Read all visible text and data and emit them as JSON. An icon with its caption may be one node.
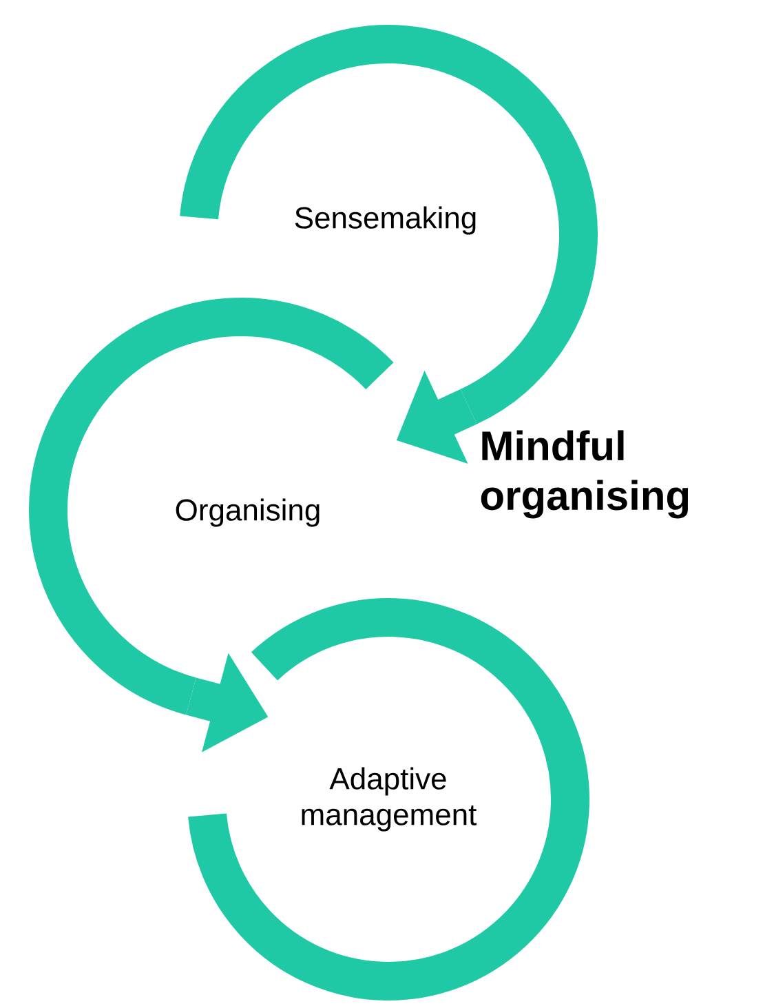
{
  "diagram": {
    "nodes": [
      {
        "text": [
          "Sensemaking"
        ]
      },
      {
        "text": [
          "Organising"
        ]
      },
      {
        "text": [
          "Adaptive management"
        ]
      }
    ],
    "edges": [
      {
        "from": 0,
        "to": 1,
        "arrow": "to"
      },
      {
        "from": 1,
        "to": 2,
        "arrow": "to"
      }
    ],
    "labels": [
      "Mindful organising"
    ]
  }
}
